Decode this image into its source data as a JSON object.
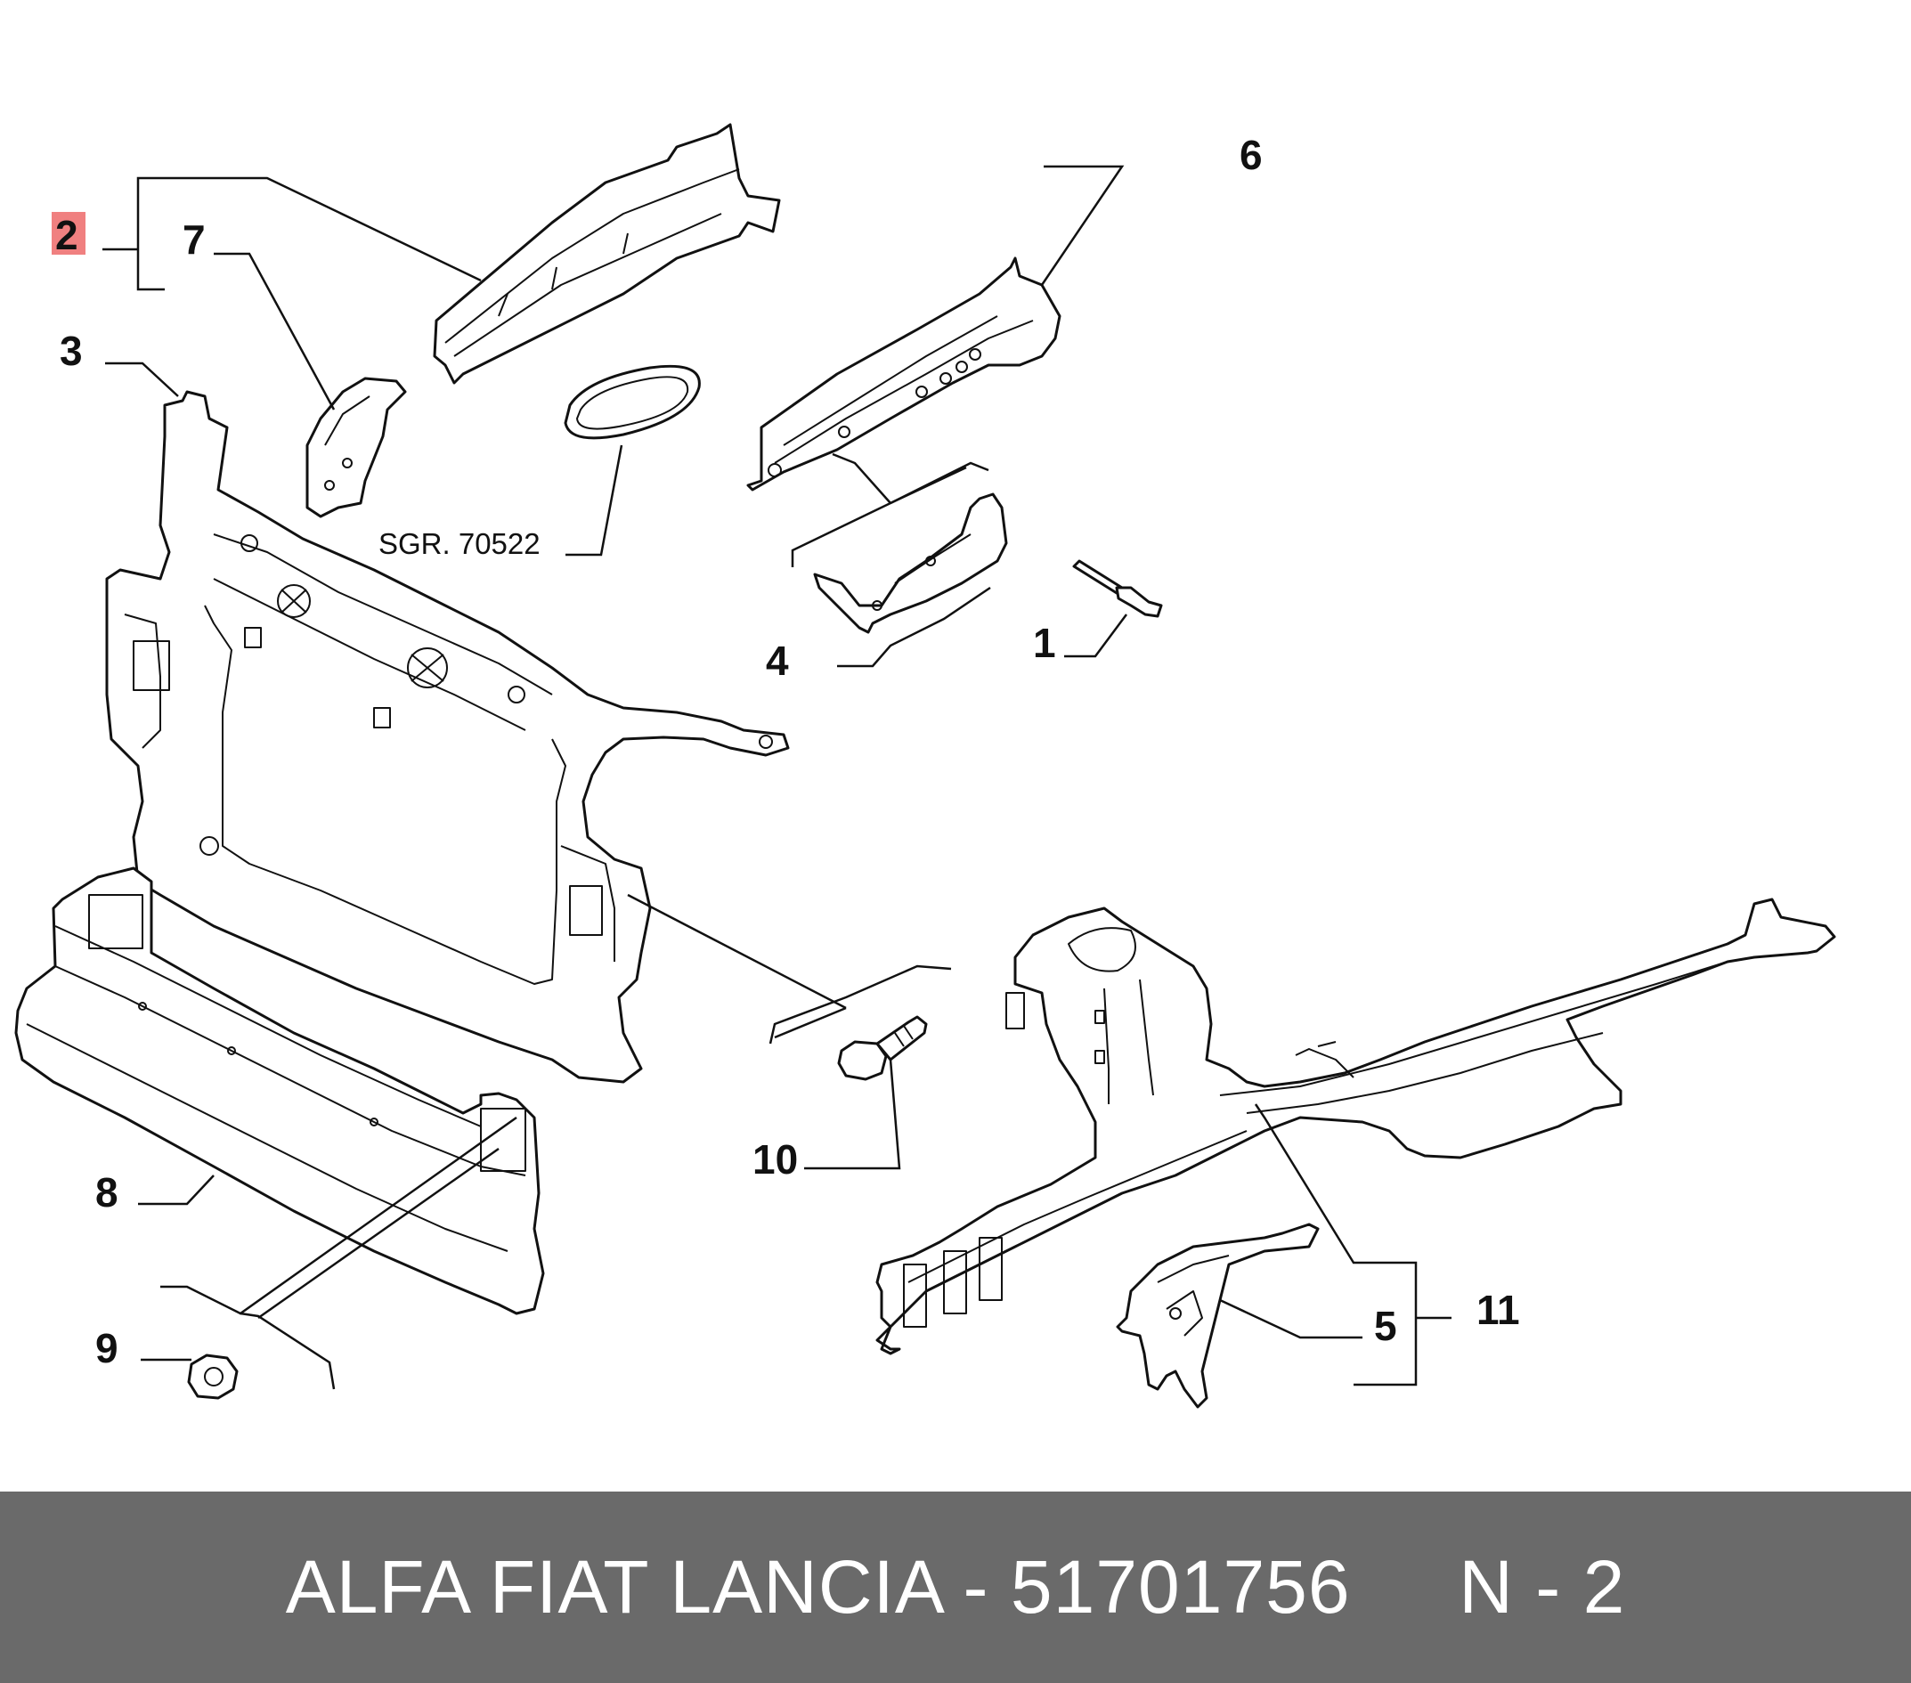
{
  "callouts": {
    "c1": "1",
    "c2": "2",
    "c3": "3",
    "c4": "4",
    "c5": "5",
    "c6": "6",
    "c7": "7",
    "c8": "8",
    "c9": "9",
    "c10": "10",
    "c11": "11"
  },
  "highlight_callout": "2",
  "reference_label": "SGR. 70522",
  "footer": {
    "text": "ALFA FIAT LANCIA - 51701756     N - 2"
  },
  "colors": {
    "footer_background": "#6a6a6a",
    "footer_text": "#ffffff",
    "highlight": "#f08080",
    "line": "#111111"
  }
}
